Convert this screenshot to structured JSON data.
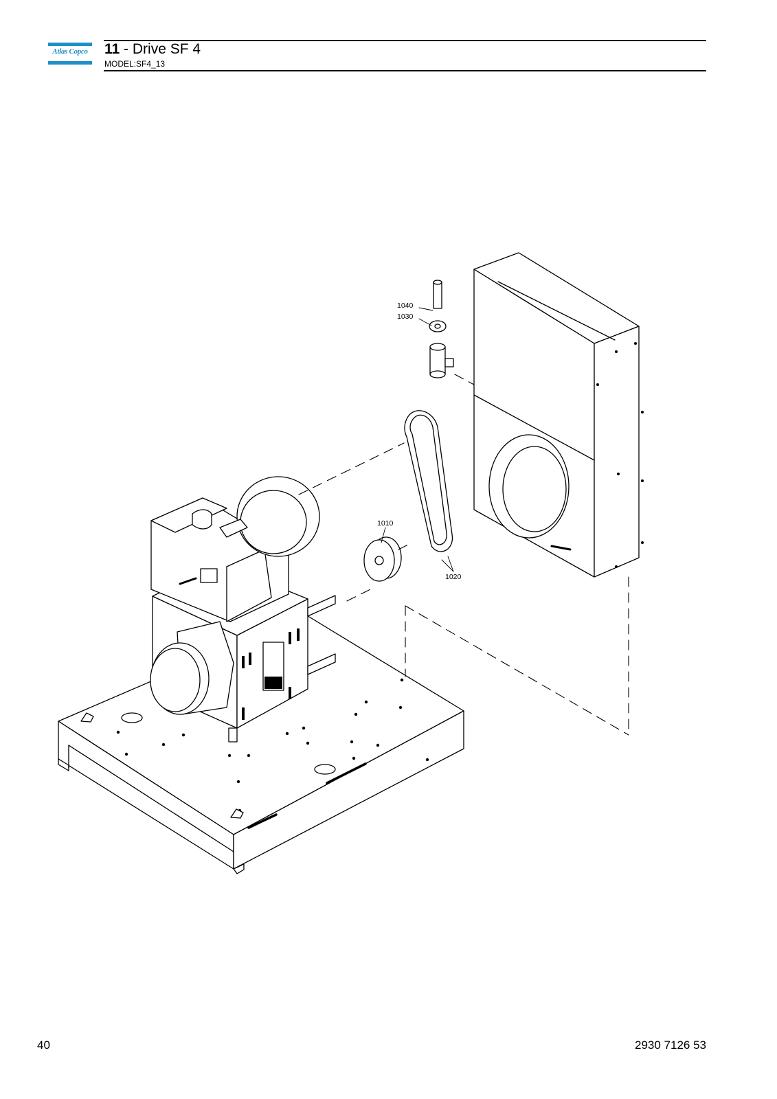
{
  "header": {
    "logo_text": "Atlas Copco",
    "section_number": "11",
    "section_title": " - Drive SF 4",
    "model": "MODEL:SF4_13"
  },
  "drawing": {
    "callouts": [
      "1040",
      "1030",
      "1010",
      "1020"
    ]
  },
  "footer": {
    "page_number": "40",
    "document_number": "2930 7126 53"
  },
  "colors": {
    "brand_blue": "#1f8fc8",
    "line": "#000000"
  }
}
